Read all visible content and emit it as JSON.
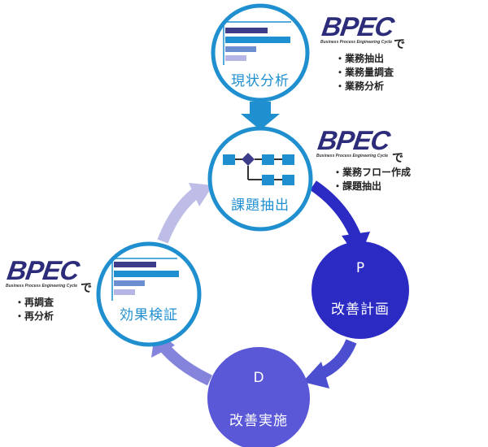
{
  "nodes": {
    "genjo": {
      "label": "現状分析"
    },
    "kadai": {
      "label": "課題抽出"
    },
    "plan": {
      "letter": "P",
      "label": "改善計画"
    },
    "do": {
      "letter": "D",
      "label": "改善実施"
    },
    "check": {
      "label": "効果検証"
    }
  },
  "callouts": {
    "top": {
      "logo": "BPEC",
      "logo_sub": "Business Process Engineering Cycle",
      "suffix": "で",
      "items": [
        "業務抽出",
        "業務量調査",
        "業務分析"
      ]
    },
    "middle": {
      "logo": "BPEC",
      "logo_sub": "Business Process Engineering Cycle",
      "suffix": "で",
      "items": [
        "業務フロー作成",
        "課題抽出"
      ]
    },
    "left": {
      "logo": "BPEC",
      "logo_sub": "Business Process Engineering Cycle",
      "suffix": "で",
      "items": [
        "再調査",
        "再分析"
      ]
    }
  },
  "colors": {
    "primary_blue": "#1f8fd0",
    "plan_navy": "#2b2bc4",
    "do_purple": "#5a58d6",
    "light_lavender": "#bdbde8",
    "logo_navy": "#2c2c7a"
  }
}
